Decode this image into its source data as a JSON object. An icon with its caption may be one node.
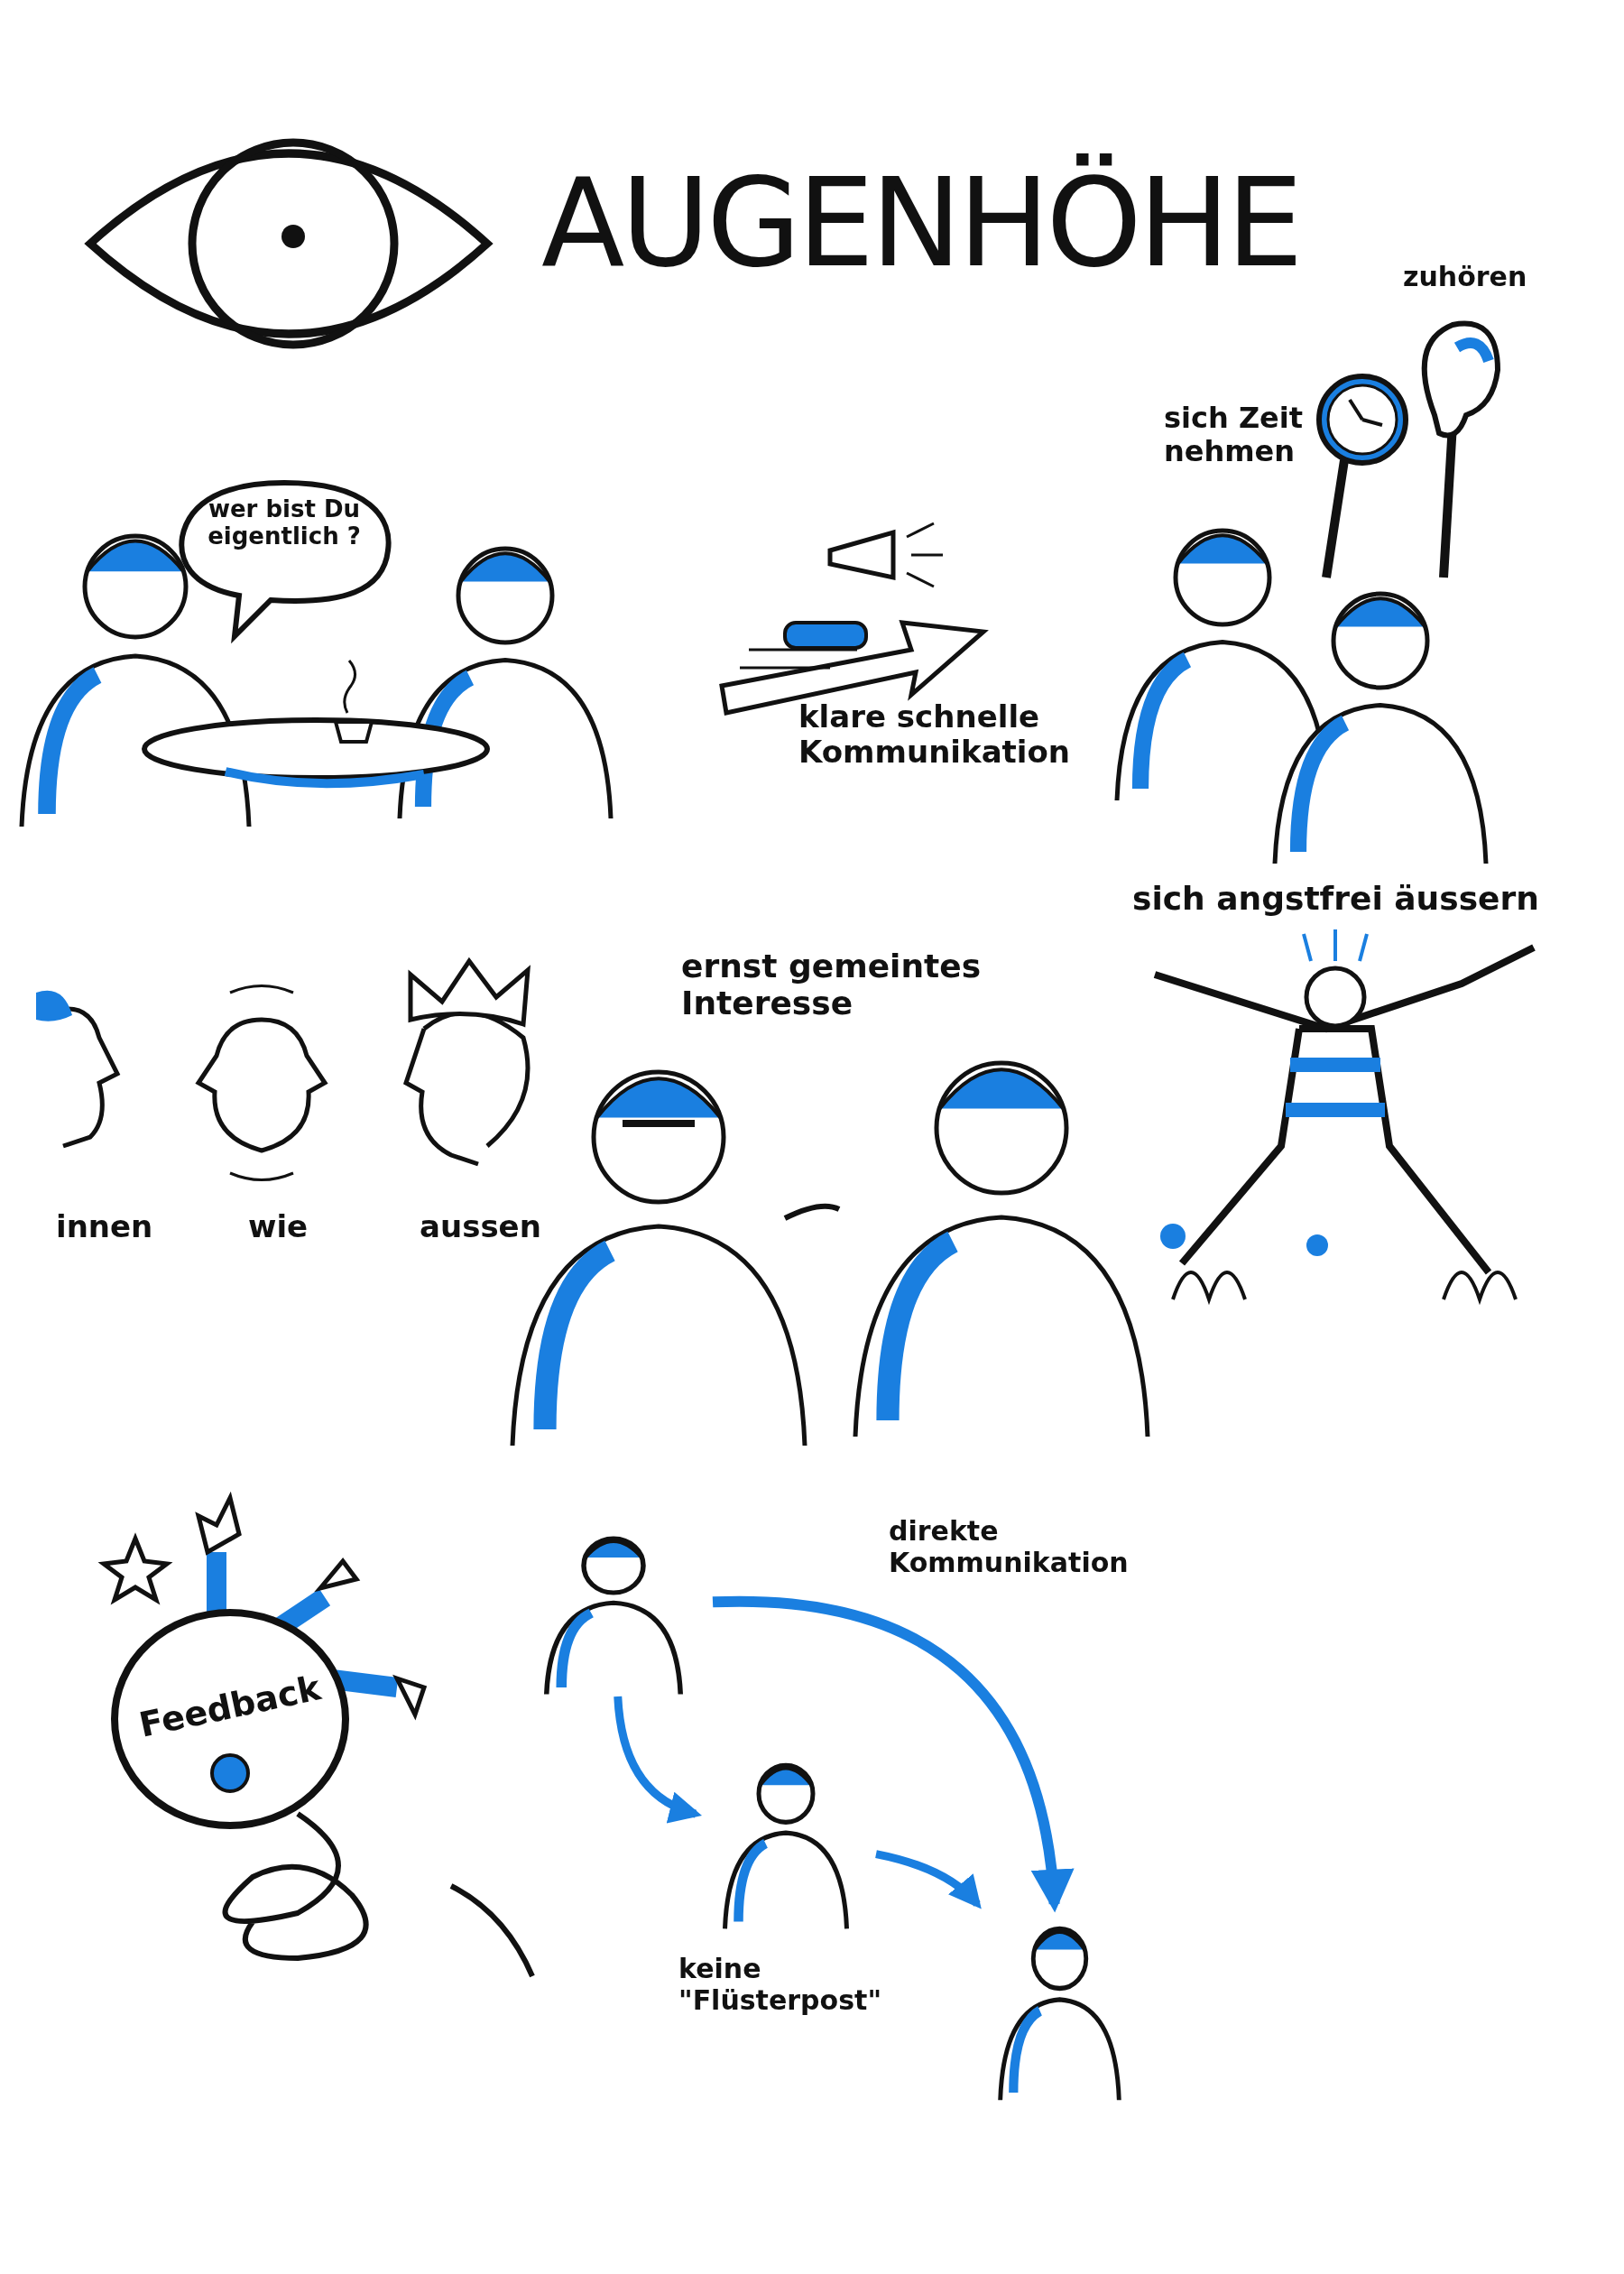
{
  "diagram": {
    "title": "AUGENHÖHE",
    "nodes": [
      {
        "text": [
          "wer bist Du eigentlich ?"
        ]
      },
      {
        "text": [
          "Feedback"
        ]
      },
      {
        "text": [],
        "shape": "person"
      },
      {
        "text": [],
        "shape": "person"
      },
      {
        "text": [],
        "shape": "person"
      }
    ],
    "edges": [
      {
        "from": 2,
        "to": 4,
        "arrow": "to",
        "label": "direkte Kommunikation"
      },
      {
        "from": 2,
        "to": 3,
        "arrow": "to"
      },
      {
        "from": 3,
        "to": 4,
        "arrow": "to"
      }
    ],
    "labels": [
      "zuhören",
      "sich Zeit nehmen",
      "klare schnelle Kommunikation",
      "sich angstfrei äussern",
      "ernst gemeintes Interesse",
      "innen",
      "wie",
      "aussen",
      "keine \"Flüsterpost\""
    ]
  }
}
